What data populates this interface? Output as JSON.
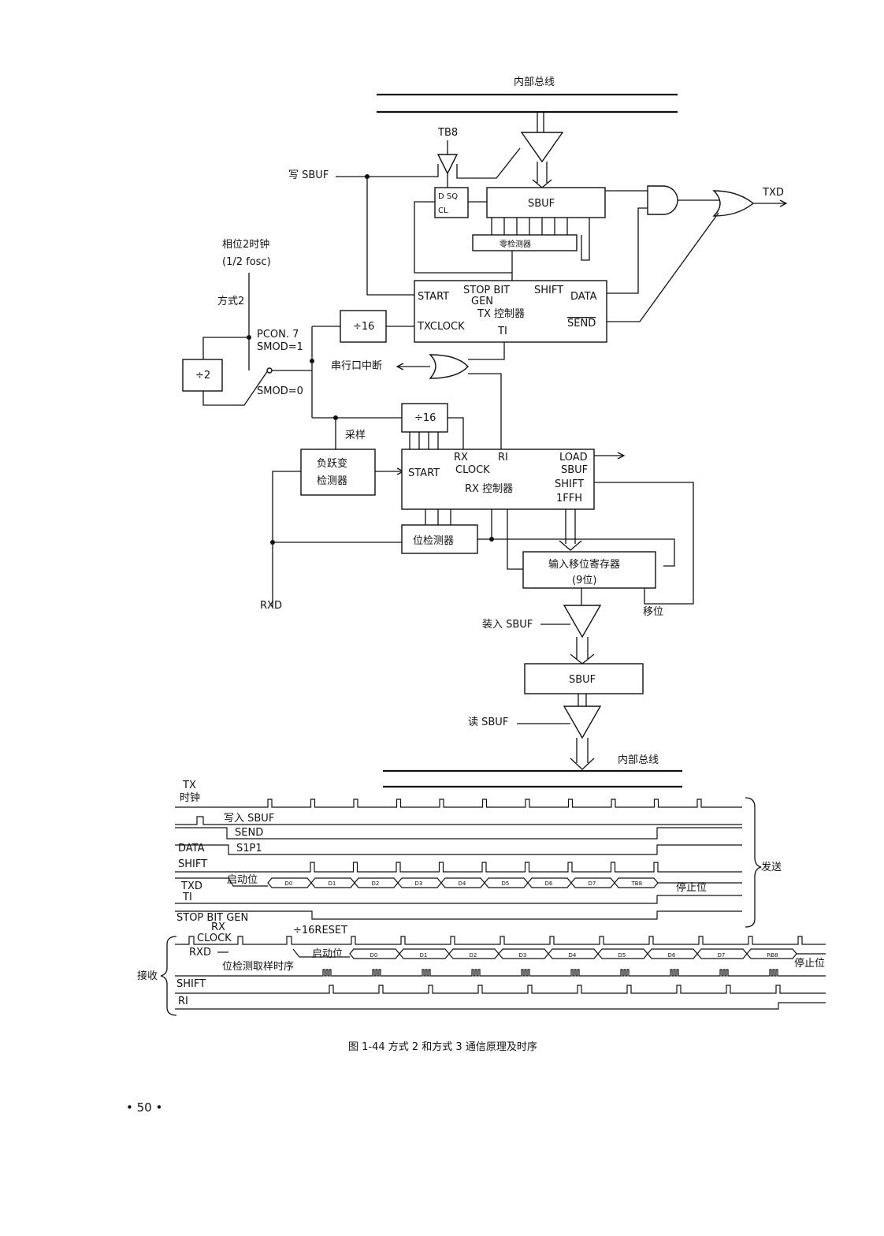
{
  "diagram": {
    "bus_top": "内部总线",
    "tb8": "TB8",
    "write_sbuf": "写 SBUF",
    "dff_dsq": "D SQ",
    "dff_cl": "CL",
    "tx_sbuf": "SBUF",
    "zero_detector": "零检测器",
    "txd": "TXD",
    "tx_start": "START",
    "tx_stopbit": "STOP BIT",
    "tx_gen": "GEN",
    "tx_shift": "SHIFT",
    "tx_data": "DATA",
    "tx_controller": "TX 控制器",
    "tx_clock": "TXCLOCK",
    "tx_send": "SEND",
    "tx_ti": "TI",
    "div16": "÷16",
    "div2": "÷2",
    "phase_clock": "相位2时钟",
    "fosc": "(1/2 fosc)",
    "mode2": "方式2",
    "pcon7": "PCON. 7",
    "smod1": "SMOD=1",
    "smod0": "SMOD=0",
    "sample": "采样",
    "serial_interrupt": "串行口中断",
    "neg_edge_1": "负跃变",
    "neg_edge_2": "检测器",
    "rxd": "RXD",
    "rx_rx": "RX",
    "rx_ri": "RI",
    "rx_clock": "CLOCK",
    "rx_start": "START",
    "rx_controller": "RX 控制器",
    "rx_load": "LOAD",
    "rx_sbuf": "SBUF",
    "rx_shift": "SHIFT",
    "rx_1ffh": "1FFH",
    "shift_cn": "移位",
    "bit_detector": "位检测器",
    "shift_reg": "输入移位寄存器",
    "shift_reg_bits": "(9位)",
    "load_sbuf": "装入 SBUF",
    "read_sbuf": "读 SBUF"
  },
  "timing": {
    "send_label": "发送",
    "receive_label": "接收",
    "tx_clock_label_1": "TX",
    "tx_clock_label_2": "时钟",
    "write_sbuf": "写入 SBUF",
    "send": "SEND",
    "data": "DATA",
    "s1p1": "S1P1",
    "shift": "SHIFT",
    "txd": "TXD",
    "ti": "TI",
    "stop_bit_gen": "STOP BIT GEN",
    "reset": "÷16RESET",
    "start_bit": "启动位",
    "stop_bit": "停止位",
    "rx_clock_1": "RX",
    "rx_clock_2": "CLOCK",
    "rxd": "RXD",
    "bit_sample": "位检测取样时序",
    "shift_rx": "SHIFT",
    "ri": "RI",
    "tx_bits": [
      "D0",
      "D1",
      "D2",
      "D3",
      "D4",
      "D5",
      "D6",
      "D7",
      "TB8"
    ],
    "rx_bits": [
      "D0",
      "D1",
      "D2",
      "D3",
      "D4",
      "D5",
      "D6",
      "D7",
      "RB8"
    ]
  },
  "page": {
    "caption": "图 1-44  方式 2 和方式 3 通信原理及时序",
    "page_number": "• 50 •"
  }
}
